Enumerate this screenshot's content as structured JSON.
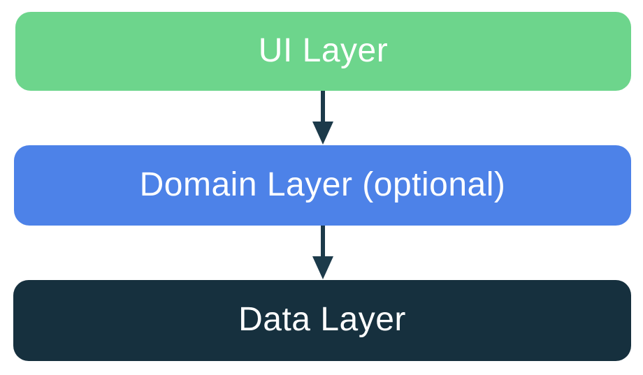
{
  "diagram": {
    "background_color": "#FFFFFF",
    "text_color": "#FFFFFF",
    "arrow_color": "#1C3A4A",
    "boxes": [
      {
        "id": "ui-layer",
        "label": "UI Layer",
        "color": "#6DD58C"
      },
      {
        "id": "domain-layer",
        "label": "Domain Layer (optional)",
        "color": "#4D82E8"
      },
      {
        "id": "data-layer",
        "label": "Data Layer",
        "color": "#16303E"
      }
    ],
    "connections": [
      {
        "from": "ui-layer",
        "to": "domain-layer",
        "direction": "down"
      },
      {
        "from": "domain-layer",
        "to": "data-layer",
        "direction": "down"
      }
    ]
  }
}
